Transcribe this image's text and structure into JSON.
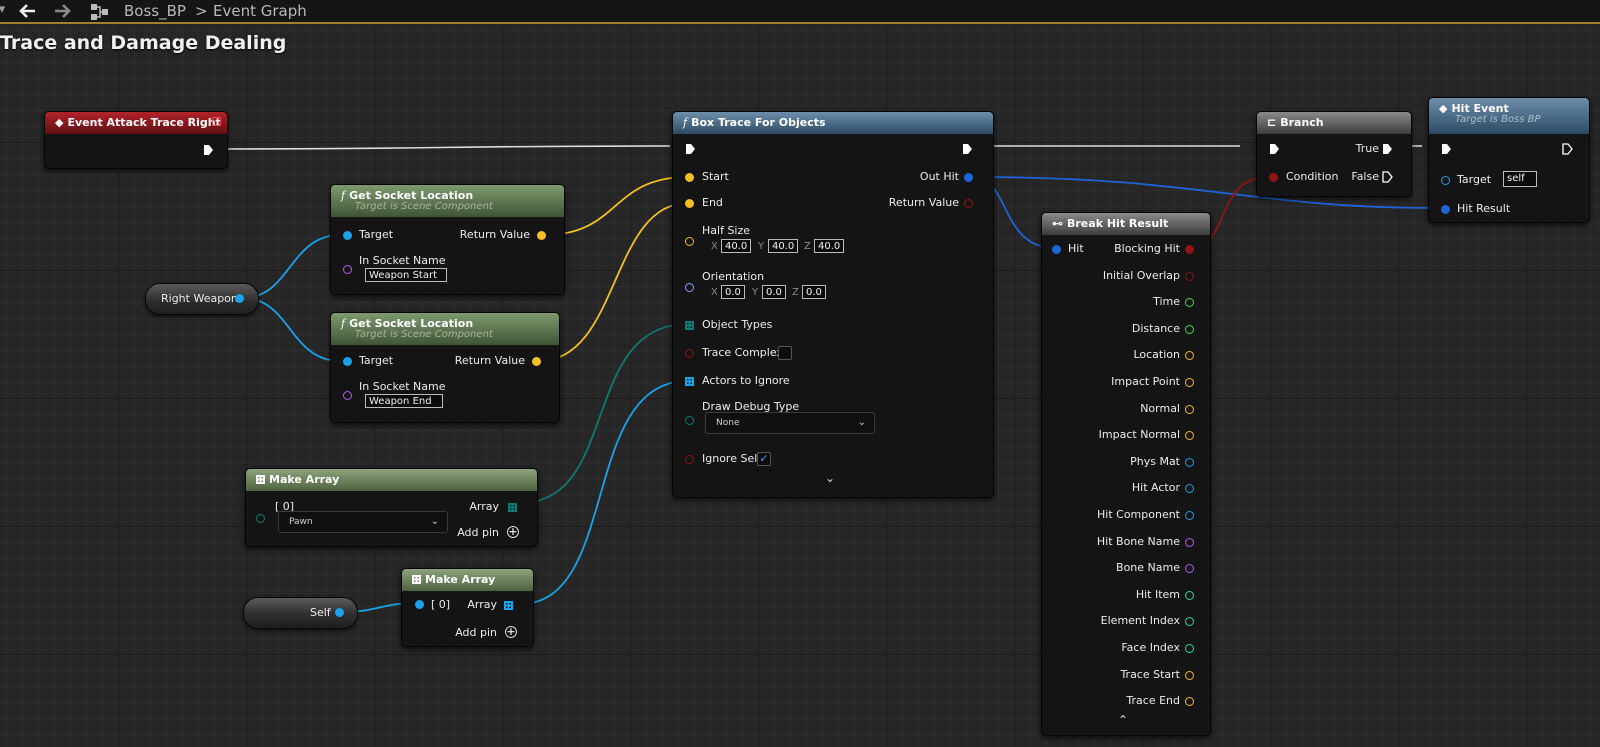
{
  "toolbar": {
    "back_icon": "arrow-left-icon",
    "forward_icon": "arrow-right-icon",
    "breadcrumb_icon": "blueprint-graph-icon",
    "breadcrumb": [
      "Boss_BP",
      "Event Graph"
    ],
    "separator": ">"
  },
  "graph_title": "Trace and Damage Dealing",
  "colors": {
    "exec": "#ffffff",
    "vector": "#f2c025",
    "object": "#1aa3e8",
    "struct": "#1e64d8",
    "bool": "#8e1515",
    "name": "#b45cf0",
    "float": "#48d84c",
    "int": "#2ed8a8",
    "enum": "#0f7a72"
  },
  "event_node": {
    "title": "Event Attack Trace Right"
  },
  "right_weapon": {
    "label": "Right Weapon"
  },
  "self_var": {
    "label": "Self"
  },
  "socket1": {
    "title": "Get Socket Location",
    "subtitle": "Target is Scene Component",
    "target": "Target",
    "socket_label": "In Socket Name",
    "socket_value": "Weapon Start",
    "return": "Return Value"
  },
  "socket2": {
    "title": "Get Socket Location",
    "subtitle": "Target is Scene Component",
    "target": "Target",
    "socket_label": "In Socket Name",
    "socket_value": "Weapon End",
    "return": "Return Value"
  },
  "make_array1": {
    "title": "Make Array",
    "index": "[ 0]",
    "value": "Pawn",
    "output": "Array",
    "add_pin": "Add pin"
  },
  "make_array2": {
    "title": "Make Array",
    "index": "[ 0]",
    "output": "Array",
    "add_pin": "Add pin"
  },
  "box_trace": {
    "title": "Box Trace For Objects",
    "start": "Start",
    "end": "End",
    "half_size": "Half Size",
    "half_size_xyz": [
      "40.0",
      "40.0",
      "40.0"
    ],
    "orientation": "Orientation",
    "orientation_xyz": [
      "0.0",
      "0.0",
      "0.0"
    ],
    "axis": [
      "X",
      "Y",
      "Z"
    ],
    "object_types": "Object Types",
    "trace_complex": "Trace Complex",
    "actors_to_ignore": "Actors to Ignore",
    "draw_debug": "Draw Debug Type",
    "draw_debug_value": "None",
    "ignore_self": "Ignore Self",
    "ignore_self_checked": true,
    "out_hit": "Out Hit",
    "return_value": "Return Value"
  },
  "break_hit": {
    "title": "Break Hit Result",
    "input": "Hit",
    "outputs": [
      {
        "label": "Blocking Hit",
        "type": "bool"
      },
      {
        "label": "Initial Overlap",
        "type": "bool"
      },
      {
        "label": "Time",
        "type": "float"
      },
      {
        "label": "Distance",
        "type": "float"
      },
      {
        "label": "Location",
        "type": "vector"
      },
      {
        "label": "Impact Point",
        "type": "vector"
      },
      {
        "label": "Normal",
        "type": "vector"
      },
      {
        "label": "Impact Normal",
        "type": "vector"
      },
      {
        "label": "Phys Mat",
        "type": "object"
      },
      {
        "label": "Hit Actor",
        "type": "object"
      },
      {
        "label": "Hit Component",
        "type": "object"
      },
      {
        "label": "Hit Bone Name",
        "type": "name"
      },
      {
        "label": "Bone Name",
        "type": "name"
      },
      {
        "label": "Hit Item",
        "type": "int"
      },
      {
        "label": "Element Index",
        "type": "int"
      },
      {
        "label": "Face Index",
        "type": "int"
      },
      {
        "label": "Trace Start",
        "type": "vector"
      },
      {
        "label": "Trace End",
        "type": "vector"
      }
    ]
  },
  "branch": {
    "title": "Branch",
    "condition": "Condition",
    "true": "True",
    "false": "False"
  },
  "hit_event": {
    "title": "Hit Event",
    "subtitle": "Target is Boss BP",
    "target": "Target",
    "target_value": "self",
    "hit_result": "Hit Result"
  }
}
